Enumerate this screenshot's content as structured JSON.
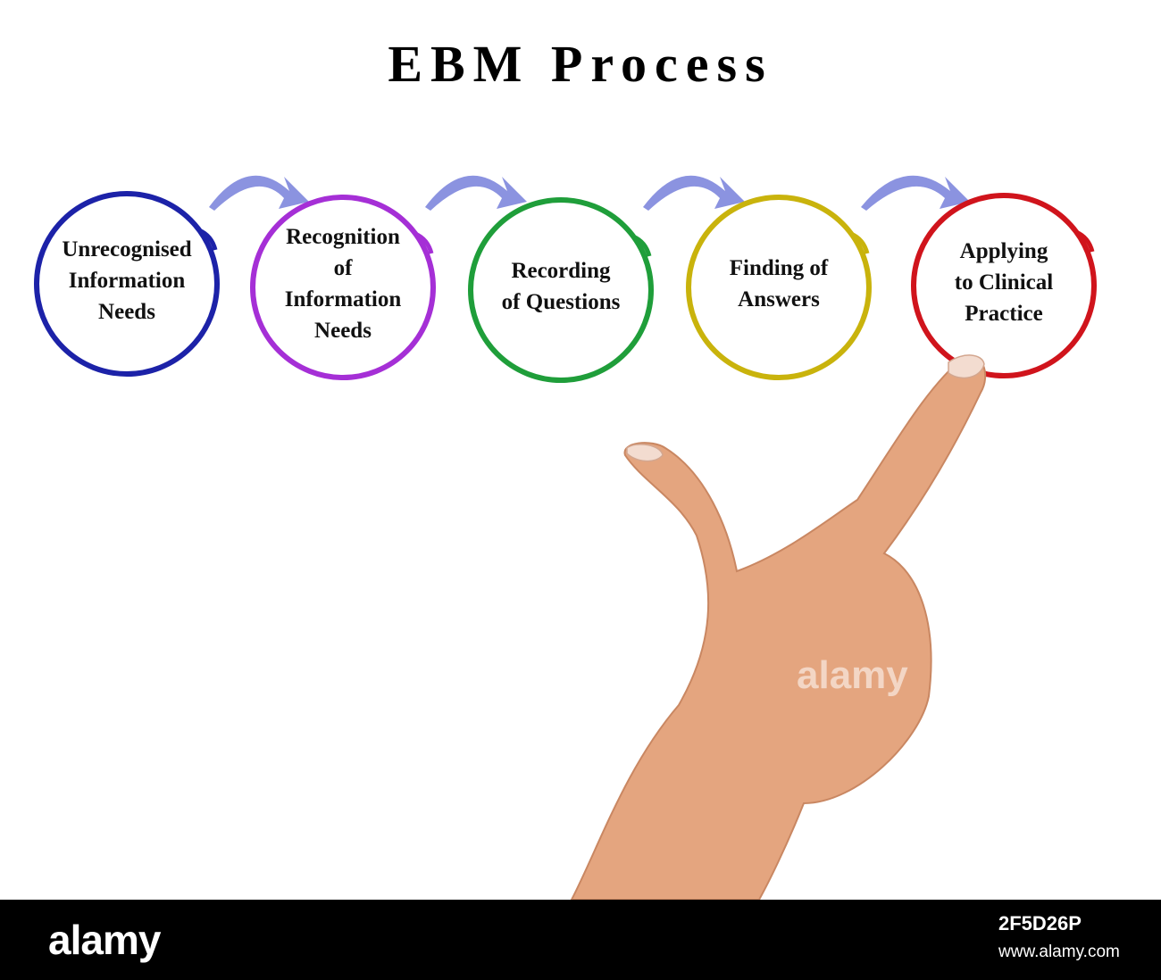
{
  "title": "EBM Process",
  "steps": [
    {
      "lines": [
        "Unrecognised",
        "Information",
        "Needs"
      ],
      "color": "#1c22a8"
    },
    {
      "lines": [
        "Recognition",
        "of",
        "Information",
        "Needs"
      ],
      "color": "#a52fd6"
    },
    {
      "lines": [
        "Recording",
        "of Questions"
      ],
      "color": "#1f9e3a"
    },
    {
      "lines": [
        "Finding of",
        "Answers"
      ],
      "color": "#c9b30c"
    },
    {
      "lines": [
        "Applying",
        "to Clinical",
        "Practice"
      ],
      "color": "#d0141c"
    }
  ],
  "arrow_color": "#8b93e0",
  "skin_color": "#e8b08a",
  "footer": {
    "brand": "alamy",
    "image_id": "2F5D26P",
    "site": "www.alamy.com"
  },
  "watermark": "alamy"
}
